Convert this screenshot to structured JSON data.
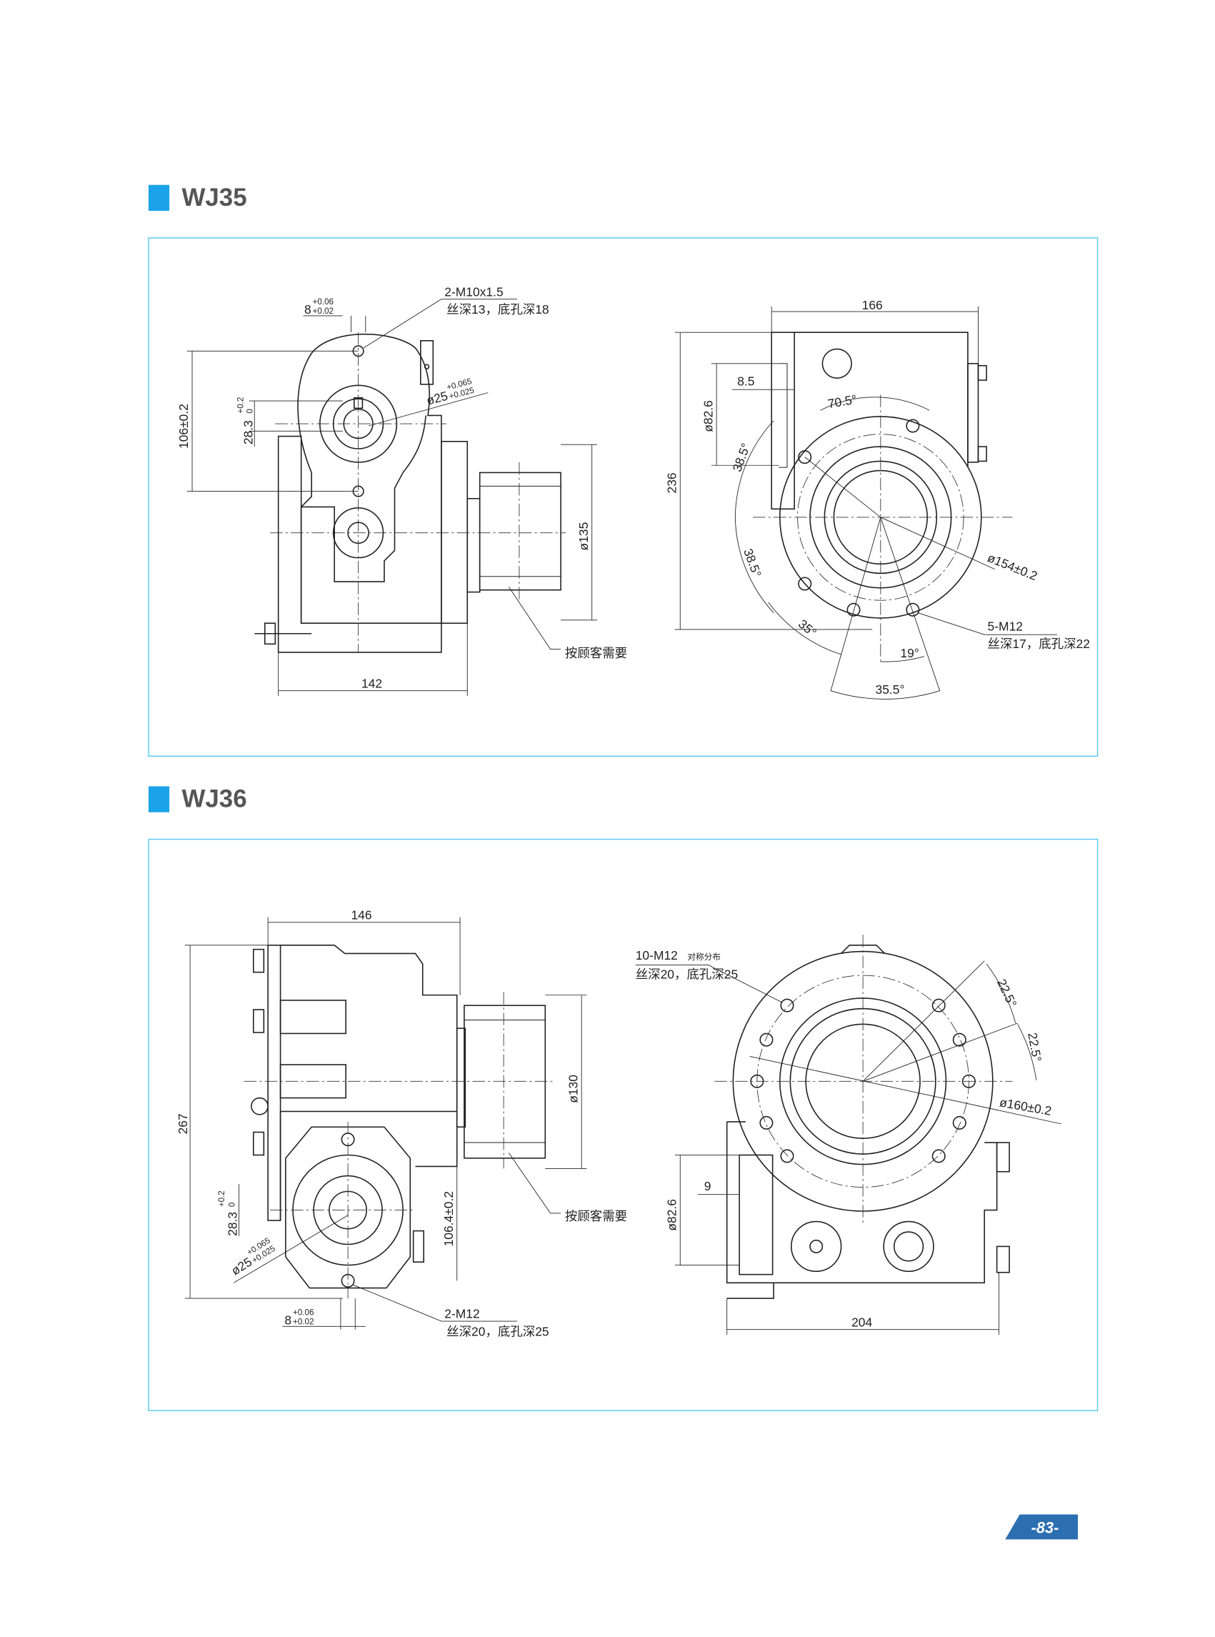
{
  "colors": {
    "accent": "#1aa3e8",
    "frame": "#5bc8f0",
    "page_badge": "#2c6fb0"
  },
  "wj35": {
    "title": "WJ35",
    "front": {
      "thread_callout": "2-M10x1.5",
      "thread_depth": "丝深13，底孔深18",
      "key_width": "8",
      "key_tol_upper": "+0.06",
      "key_tol_lower": "+0.02",
      "bore": "ø25",
      "bore_tol_upper": "+0.065",
      "bore_tol_lower": "+0.025",
      "key_height": "28.3",
      "key_height_upper": "+0.2",
      "key_height_lower": "0",
      "center_distance": "106±0.2",
      "motor_diameter": "ø135",
      "width": "142",
      "customer_note": "按顾客需要"
    },
    "side": {
      "width": "166",
      "height": "236",
      "spigot": "ø82.6",
      "spigot_offset": "8.5",
      "angle_top": "70.5°",
      "angle_left_upper": "38.5°",
      "angle_left_lower": "38.5°",
      "angle_bottom_left": "35°",
      "angle_bottom": "19°",
      "angle_span": "35.5°",
      "pcd": "ø154±0.2",
      "hole_callout": "5-M12",
      "hole_depth": "丝深17，底孔深22"
    }
  },
  "wj36": {
    "title": "WJ36",
    "front": {
      "width": "146",
      "height": "267",
      "motor_diameter": "ø130",
      "center_distance": "106.4±0.2",
      "key_height": "28.3",
      "key_height_upper": "+0.2",
      "key_height_lower": "0",
      "bore": "ø25",
      "bore_tol_upper": "+0.065",
      "bore_tol_lower": "+0.025",
      "key_width": "8",
      "key_tol_upper": "+0.06",
      "key_tol_lower": "+0.02",
      "thread_callout": "2-M12",
      "thread_depth": "丝深20，底孔深25",
      "customer_note": "按顾客需要"
    },
    "side": {
      "hole_callout": "10-M12",
      "hole_note": "对称分布",
      "hole_depth": "丝深20，底孔深25",
      "angle_1": "22.5°",
      "angle_2": "22.5°",
      "pcd": "ø160±0.2",
      "spigot_offset": "9",
      "spigot": "ø82.6",
      "width": "204"
    }
  },
  "page_number": "-83-"
}
